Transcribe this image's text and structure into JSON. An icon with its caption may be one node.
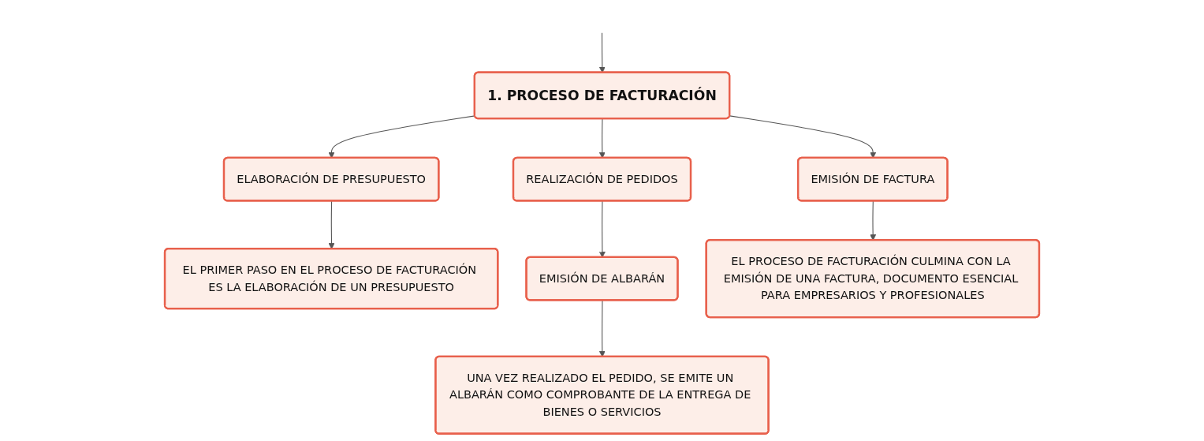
{
  "diagram": {
    "nodes": [
      {
        "text": [
          "1. PROCESO DE FACTURACIÓN"
        ]
      },
      {
        "text": [
          "ELABORACIÓN DE PRESUPUESTO"
        ]
      },
      {
        "text": [
          "REALIZACIÓN DE PEDIDOS"
        ]
      },
      {
        "text": [
          "EMISIÓN DE FACTURA"
        ]
      },
      {
        "text": [
          "EL PRIMER PASO EN EL PROCESO DE FACTURACIÓN ES LA ELABORACIÓN DE UN PRESUPUESTO"
        ]
      },
      {
        "text": [
          "EMISIÓN DE ALBARÁN"
        ]
      },
      {
        "text": [
          "EL PROCESO DE FACTURACIÓN CULMINA CON LA EMISIÓN DE UNA FACTURA, DOCUMENTO ESENCIAL PARA EMPRESARIOS Y PROFESIONALES"
        ]
      },
      {
        "text": [
          "UNA VEZ REALIZADO EL PEDIDO, SE EMITE UN ALBARÁN COMO COMPROBANTE DE LA ENTREGA DE BIENES O SERVICIOS"
        ]
      }
    ],
    "edges": [
      {
        "from": null,
        "to": 0,
        "arrow": "to"
      },
      {
        "from": 0,
        "to": 1,
        "arrow": "to"
      },
      {
        "from": 0,
        "to": 2,
        "arrow": "to"
      },
      {
        "from": 0,
        "to": 3,
        "arrow": "to"
      },
      {
        "from": 1,
        "to": 4,
        "arrow": "to"
      },
      {
        "from": 2,
        "to": 5,
        "arrow": "to"
      },
      {
        "from": 3,
        "to": 6,
        "arrow": "to"
      },
      {
        "from": 5,
        "to": 7,
        "arrow": "to"
      }
    ]
  }
}
